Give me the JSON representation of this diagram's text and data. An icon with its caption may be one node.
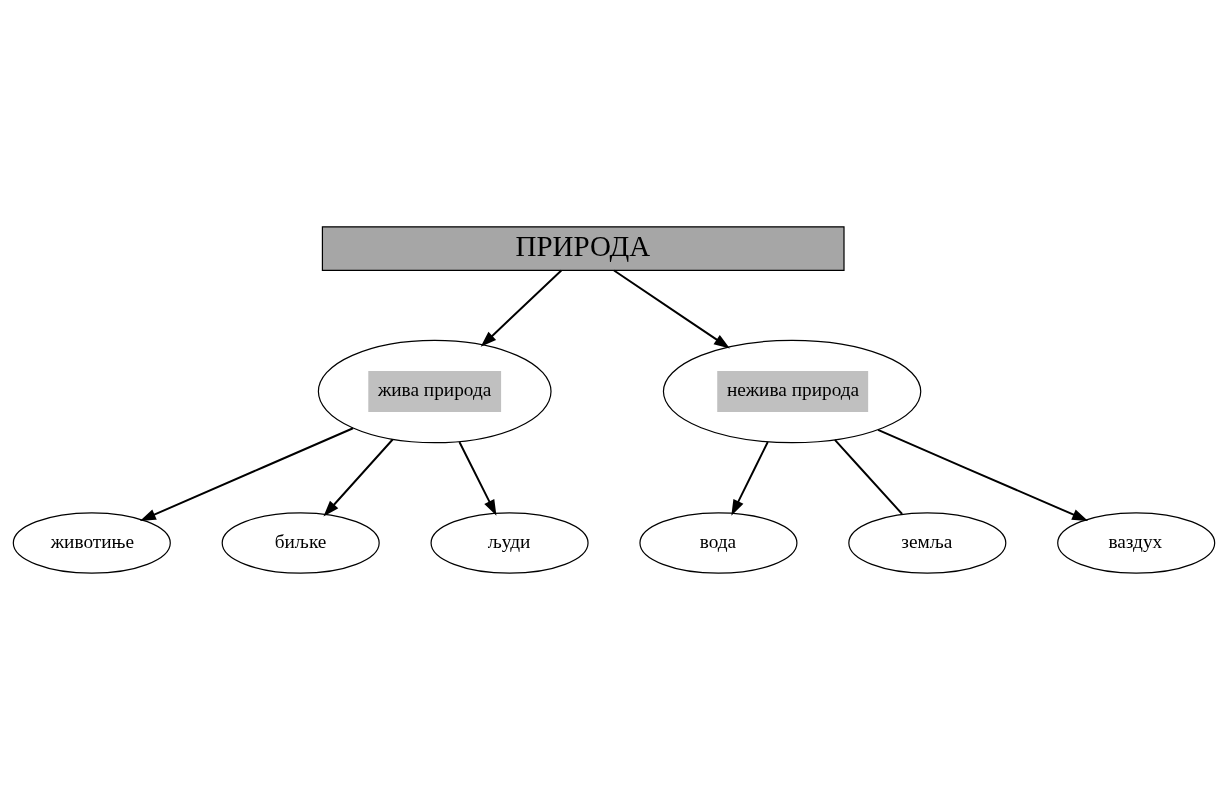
{
  "diagram": {
    "nodes": [
      {
        "text": [
          "ПРИРОДА"
        ]
      },
      {
        "text": [
          "жива природа"
        ]
      },
      {
        "text": [
          "животиње"
        ]
      },
      {
        "text": [
          "биљке"
        ]
      },
      {
        "text": [
          "људи"
        ]
      },
      {
        "text": [
          "нежива природа"
        ]
      },
      {
        "text": [
          "вода"
        ]
      },
      {
        "text": [
          "земља"
        ]
      },
      {
        "text": [
          "ваздух"
        ]
      }
    ],
    "edges": [
      {
        "from": 0,
        "to": 1,
        "arrow": "to"
      },
      {
        "from": 1,
        "to": 2,
        "arrow": "to"
      },
      {
        "from": 1,
        "to": 3,
        "arrow": "to"
      },
      {
        "from": 1,
        "to": 4,
        "arrow": "to"
      },
      {
        "from": 0,
        "to": 5,
        "arrow": "to"
      },
      {
        "from": 5,
        "to": 6,
        "arrow": "to"
      },
      {
        "from": 5,
        "to": 7,
        "arrow": "none"
      },
      {
        "from": 5,
        "to": 8,
        "arrow": "to"
      }
    ]
  }
}
